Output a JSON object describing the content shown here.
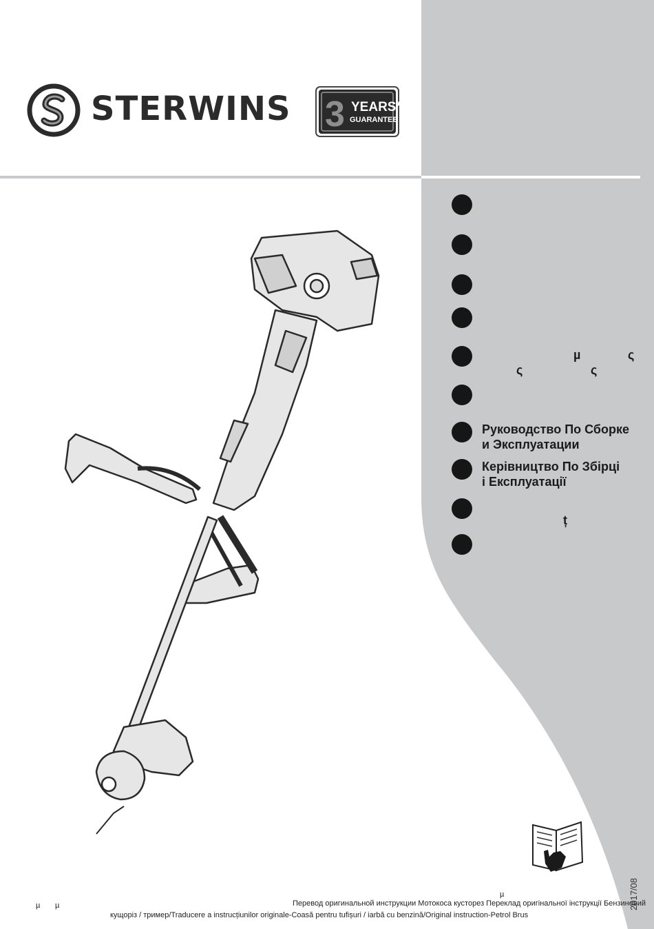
{
  "brand": {
    "name": "STERWINS"
  },
  "badge": {
    "years": "YEARS*",
    "guarantee": "GUARANTEE",
    "number": "3"
  },
  "languages": [
    {
      "line1": "",
      "line2": ""
    },
    {
      "line1": "",
      "line2": ""
    },
    {
      "line1": "",
      "line2": ""
    },
    {
      "line1": "",
      "line2": ""
    },
    {
      "line1": "",
      "line2": ""
    },
    {
      "line1": "",
      "line2": ""
    },
    {
      "line1": "Руководство По Сборке",
      "line2": "и Эксплуатации"
    },
    {
      "line1": "Керівництво По Збірці",
      "line2": "і Експлуатації"
    },
    {
      "line1": "",
      "line2": ""
    },
    {
      "line1": "",
      "line2": ""
    }
  ],
  "glyphs": {
    "mu": "µ",
    "cedilla": "ς",
    "t_comma": "ț"
  },
  "footer": {
    "line1": "Перевод оригинальной инструкции  Мотокоса  кусторез  Переклад оригінальної інструкції  Бензиновий",
    "line2": "кущоріз / тример/Traducere a instrucțiunilor originale-Coasă pentru tufișuri / iarbă cu benzină/Original instruction-Petrol Brus"
  },
  "date": "2017/08",
  "colors": {
    "panel_gray": "#c8c9cb",
    "dot_black": "#161616",
    "text_dark": "#1b1b1b"
  }
}
